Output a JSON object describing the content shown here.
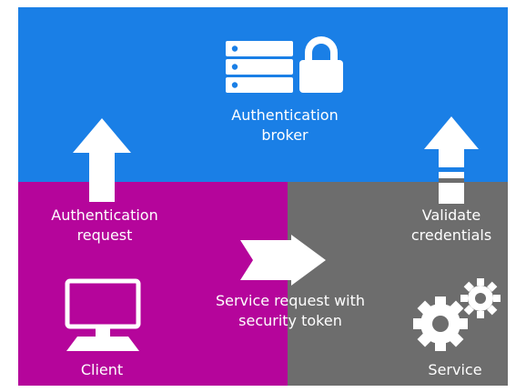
{
  "colors": {
    "broker_panel": "#1a7fe6",
    "client_panel": "#b5059b",
    "service_panel": "#6d6d6d",
    "foreground": "#ffffff"
  },
  "broker": {
    "label": "Authentication\nbroker",
    "icons": [
      "server-icon",
      "lock-icon"
    ]
  },
  "client": {
    "label": "Client",
    "icon": "computer-monitor-icon"
  },
  "service": {
    "label": "Service",
    "icon": "gears-icon"
  },
  "flows": {
    "auth_request": "Authentication\nrequest",
    "validate": "Validate\ncredentials",
    "service_request": "Service request with\nsecurity token"
  }
}
